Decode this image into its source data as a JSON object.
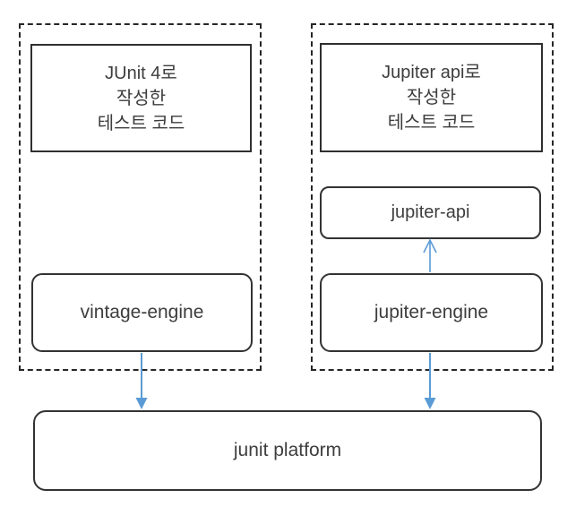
{
  "diagram": {
    "groups": {
      "left": {
        "name": "junit4-test-group"
      },
      "right": {
        "name": "jupiter-test-group"
      }
    },
    "nodes": {
      "junit4_tests": {
        "lines": [
          "JUnit 4로",
          "작성한",
          "테스트 코드"
        ]
      },
      "jupiter_tests": {
        "lines": [
          "Jupiter api로",
          "작성한",
          "테스트 코드"
        ]
      },
      "jupiter_api": {
        "label": "jupiter-api"
      },
      "vintage_engine": {
        "label": "vintage-engine"
      },
      "jupiter_engine": {
        "label": "jupiter-engine"
      },
      "junit_platform": {
        "label": "junit platform"
      }
    },
    "edges": [
      {
        "from": "vintage-engine",
        "to": "junit-platform",
        "style": "filled-arrow-down"
      },
      {
        "from": "jupiter-engine",
        "to": "junit-platform",
        "style": "filled-arrow-down"
      },
      {
        "from": "jupiter-engine",
        "to": "jupiter-api",
        "style": "open-arrow-up"
      }
    ],
    "colors": {
      "arrow": "#5B9BD5",
      "solid_border": "#2f2f2f",
      "dashed_border": "#262626",
      "text": "#3d3d3d",
      "background": "#ffffff"
    }
  }
}
